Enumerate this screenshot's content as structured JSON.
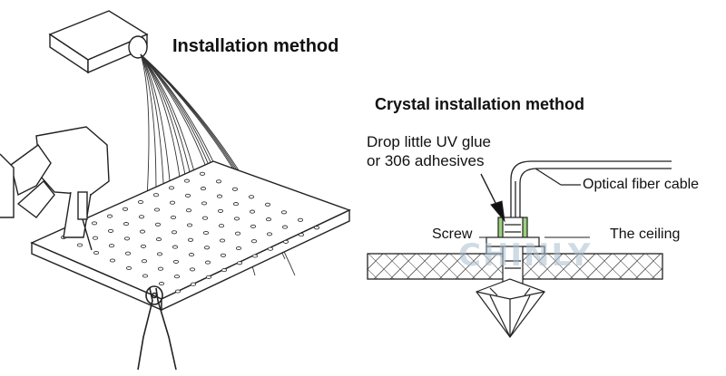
{
  "left_panel": {
    "title": "Installation method"
  },
  "right_panel": {
    "title": "Crystal installation method",
    "labels": {
      "drop_line1": "Drop little UV glue",
      "drop_line2": "or 306 adhesives",
      "optical_fiber": "Optical fiber cable",
      "screw": "Screw",
      "ceiling": "The ceiling"
    },
    "watermark": "CHINLY"
  },
  "colors": {
    "line": "#222222",
    "glue_highlight": "#9ad17a",
    "watermark": "#aabecd"
  }
}
